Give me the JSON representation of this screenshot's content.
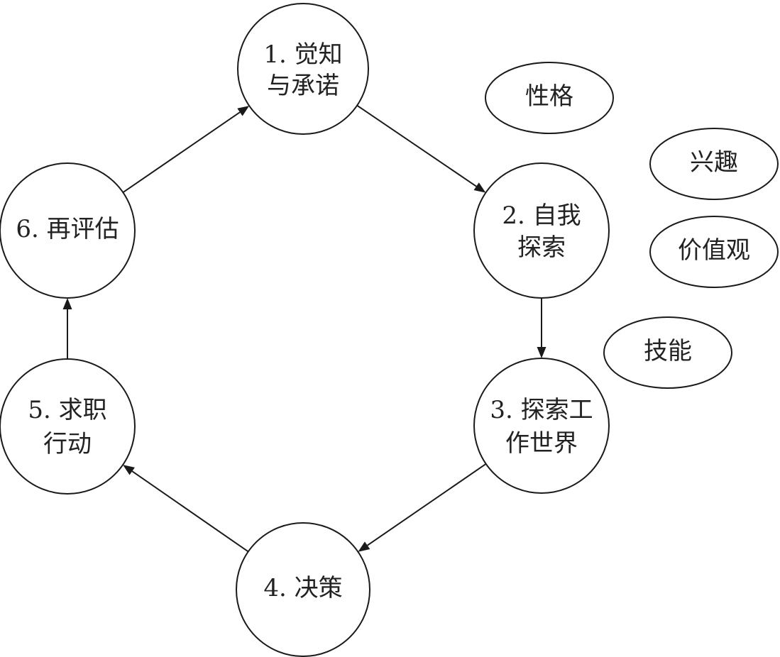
{
  "diagram": {
    "type": "cycle",
    "stages": [
      {
        "id": "s1",
        "lines": [
          "1. 觉知",
          "与承诺"
        ]
      },
      {
        "id": "s2",
        "lines": [
          "2. 自我",
          "探索"
        ]
      },
      {
        "id": "s3",
        "lines": [
          "3. 探索工",
          "作世界"
        ]
      },
      {
        "id": "s4",
        "lines": [
          "4. 决策"
        ]
      },
      {
        "id": "s5",
        "lines": [
          "5. 求职",
          "行动"
        ]
      },
      {
        "id": "s6",
        "lines": [
          "6. 再评估"
        ]
      }
    ],
    "self_exploration_aspects": [
      {
        "id": "a1",
        "label": "性格"
      },
      {
        "id": "a2",
        "label": "兴趣"
      },
      {
        "id": "a3",
        "label": "价值观"
      },
      {
        "id": "a4",
        "label": "技能"
      }
    ],
    "edges": [
      {
        "from": "s1",
        "to": "s2"
      },
      {
        "from": "s2",
        "to": "s3"
      },
      {
        "from": "s3",
        "to": "s4"
      },
      {
        "from": "s4",
        "to": "s5"
      },
      {
        "from": "s5",
        "to": "s6"
      },
      {
        "from": "s6",
        "to": "s1"
      }
    ],
    "colors": {
      "stroke": "#1a1a1a",
      "text": "#222222",
      "background": "#ffffff"
    }
  }
}
